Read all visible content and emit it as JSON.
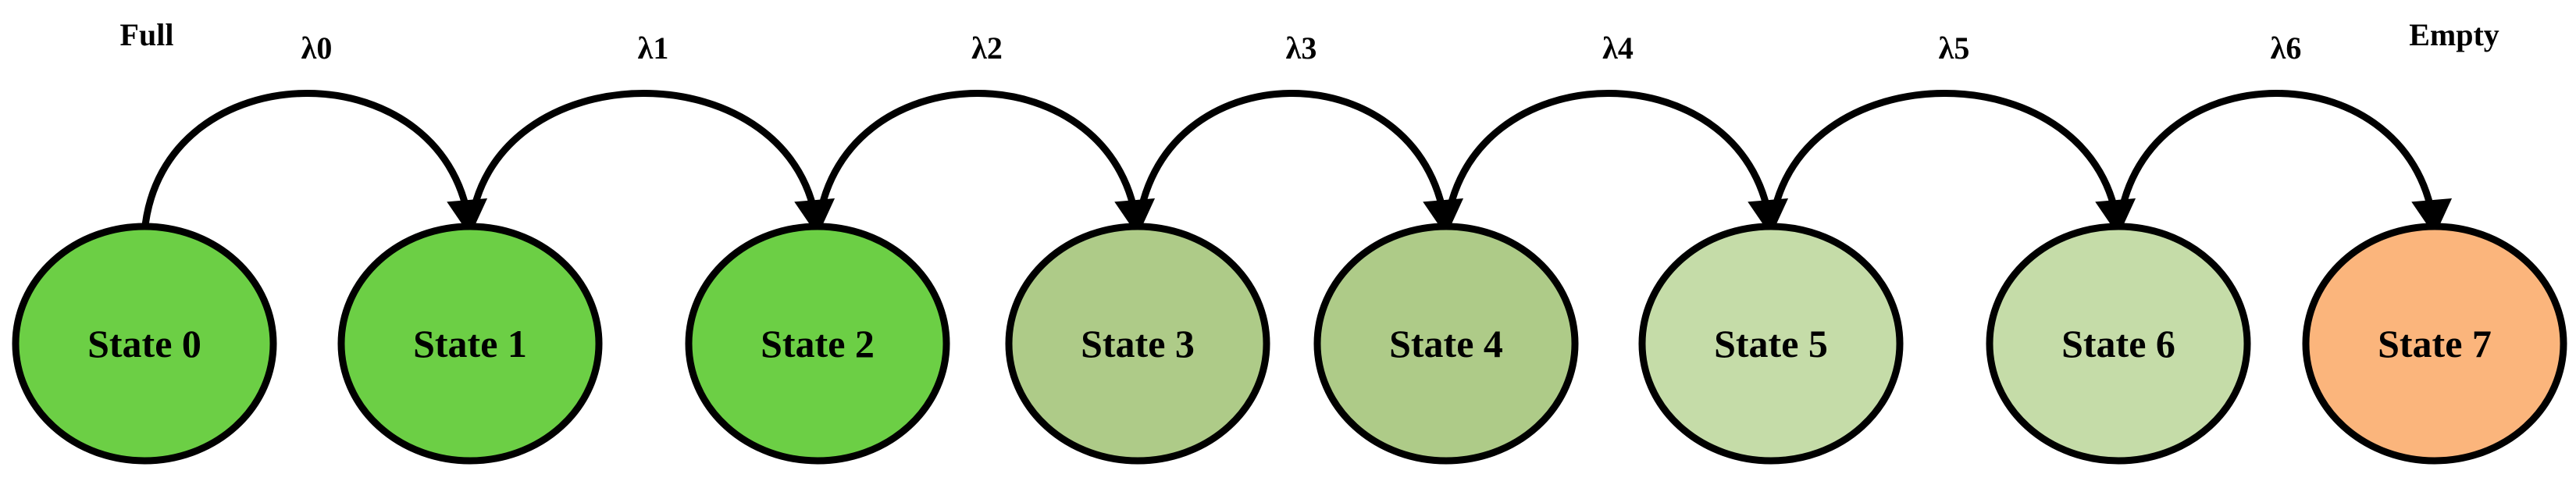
{
  "diagram": {
    "end_labels": {
      "start": "Full",
      "end": "Empty"
    },
    "states": [
      {
        "label": "State 0",
        "fill": "#6ccf45"
      },
      {
        "label": "State 1",
        "fill": "#6ccf45"
      },
      {
        "label": "State 2",
        "fill": "#6ccf45"
      },
      {
        "label": "State 3",
        "fill": "#aecb88"
      },
      {
        "label": "State 4",
        "fill": "#aecb88"
      },
      {
        "label": "State 5",
        "fill": "#c5dca8"
      },
      {
        "label": "State 6",
        "fill": "#c5dca8"
      },
      {
        "label": "State 7",
        "fill": "#fbb57c"
      }
    ],
    "transitions": [
      {
        "from": 0,
        "to": 1,
        "label": "λ0"
      },
      {
        "from": 1,
        "to": 2,
        "label": "λ1"
      },
      {
        "from": 2,
        "to": 3,
        "label": "λ2"
      },
      {
        "from": 3,
        "to": 4,
        "label": "λ3"
      },
      {
        "from": 4,
        "to": 5,
        "label": "λ4"
      },
      {
        "from": 5,
        "to": 6,
        "label": "λ5"
      },
      {
        "from": 6,
        "to": 7,
        "label": "λ6"
      }
    ],
    "colors": {
      "stroke": "#000000"
    }
  }
}
